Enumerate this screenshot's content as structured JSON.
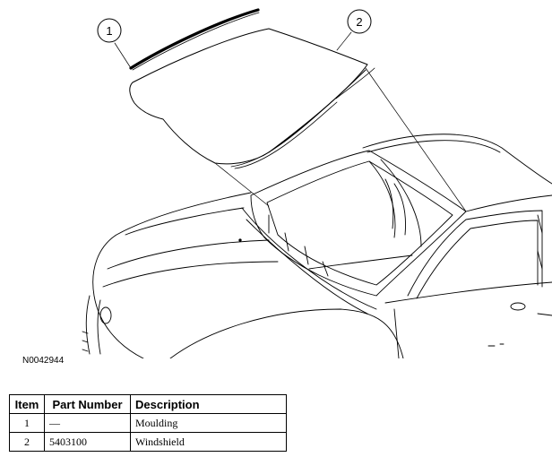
{
  "diagram": {
    "callouts": [
      {
        "number": "1",
        "part": "moulding"
      },
      {
        "number": "2",
        "part": "windshield"
      }
    ],
    "figure_id": "N0042944"
  },
  "table": {
    "headers": {
      "item": "Item",
      "part_number": "Part Number",
      "description": "Description"
    },
    "rows": [
      {
        "item": "1",
        "part_number": "—",
        "description": "Moulding"
      },
      {
        "item": "2",
        "part_number": "5403100",
        "description": "Windshield"
      }
    ]
  }
}
